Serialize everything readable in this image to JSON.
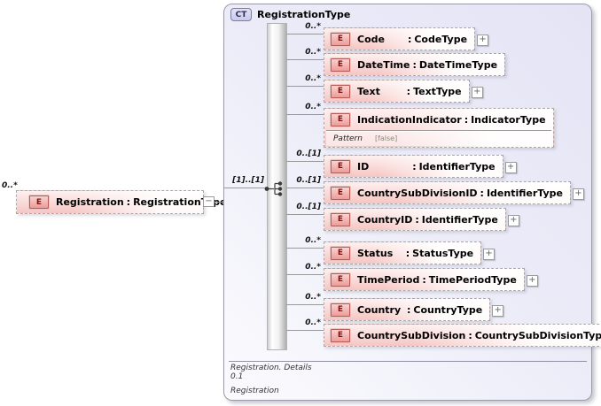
{
  "root_element": {
    "cardinality": "0..*",
    "icon": "E",
    "name": "Registration",
    "sep": ":",
    "type": "RegistrationType",
    "collapse_glyph": "−"
  },
  "complex_type": {
    "badge": "CT",
    "title": "RegistrationType",
    "compositor": {
      "cardinality": "[1]..[1]",
      "icon": "sequence"
    },
    "expand_glyph": "+",
    "sep": ":",
    "children": [
      {
        "cardinality": "0..*",
        "icon": "E",
        "name": "Code      ",
        "type": "CodeType",
        "expandable": true
      },
      {
        "cardinality": "0..*",
        "icon": "E",
        "name": "DateTime",
        "type": "DateTimeType",
        "expandable": false
      },
      {
        "cardinality": "0..*",
        "icon": "E",
        "name": "Text       ",
        "type": "TextType",
        "expandable": true
      },
      {
        "cardinality": "0..*",
        "icon": "E",
        "name": "IndicationIndicator",
        "type": "IndicatorType",
        "expandable": false,
        "facet": {
          "label": "Pattern",
          "value": "[false]"
        }
      },
      {
        "cardinality": "0..[1]",
        "icon": "E",
        "name": "ID            ",
        "type": "IdentifierType",
        "expandable": true
      },
      {
        "cardinality": "0..[1]",
        "icon": "E",
        "name": "CountrySubDivisionID",
        "type": "IdentifierType",
        "expandable": true
      },
      {
        "cardinality": "0..[1]",
        "icon": "E",
        "name": "CountryID",
        "type": "IdentifierType",
        "expandable": true
      },
      {
        "cardinality": "0..*",
        "icon": "E",
        "name": "Status   ",
        "type": "StatusType",
        "expandable": true
      },
      {
        "cardinality": "0..*",
        "icon": "E",
        "name": "TimePeriod",
        "type": "TimePeriodType",
        "expandable": true
      },
      {
        "cardinality": "0..*",
        "icon": "E",
        "name": "Country ",
        "type": "CountryType",
        "expandable": true
      },
      {
        "cardinality": "0..*",
        "icon": "E",
        "name": "CountrySubDivision",
        "type": "CountrySubDivisionType",
        "expandable": true
      }
    ],
    "footer": {
      "doc_line1": "Registration. Details",
      "doc_line2": "0.1",
      "doc_line3": "Registration"
    }
  },
  "colors": {
    "panel_fill": "#e9e9f8",
    "element_fill": "#f5c6c3",
    "element_icon_fill": "#ee9c98",
    "badge_fill": "#d4d4ee",
    "wire": "#999999"
  }
}
